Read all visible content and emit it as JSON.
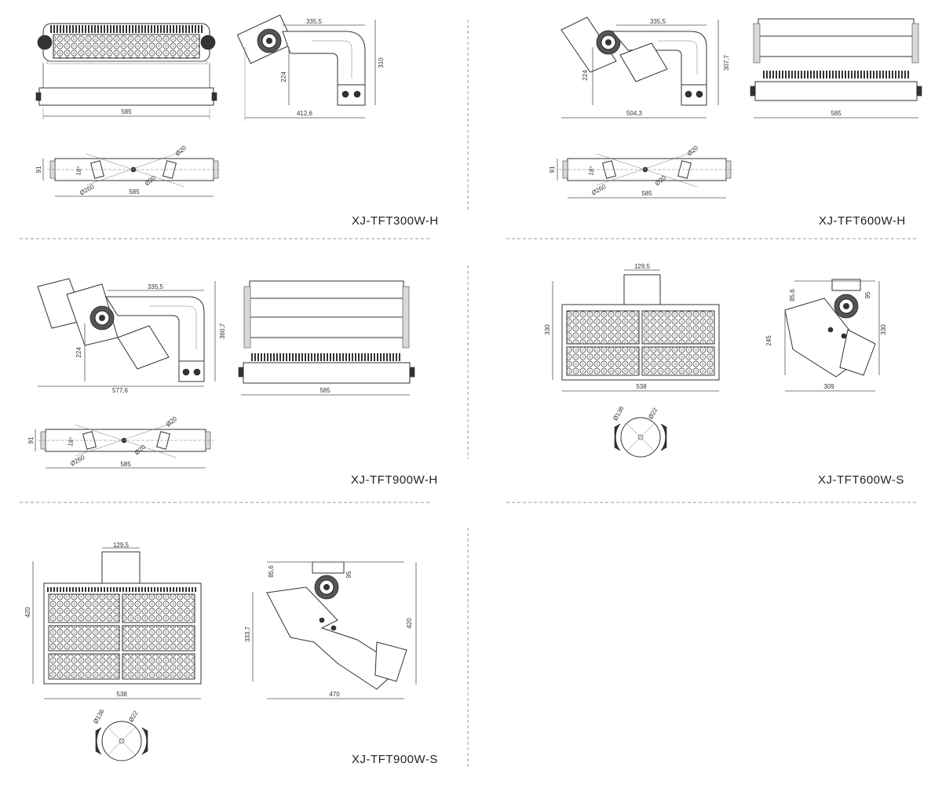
{
  "models": [
    {
      "name": "XJ-TFT300W-H",
      "dims": {
        "front_width": "585",
        "side_arm": "335,5",
        "side_h1": "224",
        "side_h2": "310",
        "side_width": "412,6",
        "plan_depth": "91",
        "plan_width": "585",
        "plan_angle": "18°",
        "plan_d1": "Ø20",
        "plan_d2": "Ø20",
        "plan_d3": "Ø260"
      }
    },
    {
      "name": "XJ-TFT600W-H",
      "dims": {
        "side_arm": "335,5",
        "side_h1": "224",
        "side_h2": "307,7",
        "side_width": "504,3",
        "front_width": "585",
        "plan_depth": "91",
        "plan_width": "585",
        "plan_angle": "18°",
        "plan_d1": "Ø20",
        "plan_d2": "Ø20",
        "plan_d3": "Ø260"
      }
    },
    {
      "name": "XJ-TFT900W-H",
      "dims": {
        "side_arm": "335,5",
        "side_h1": "224",
        "side_h2": "360,7",
        "side_width": "577,6",
        "front_width": "585",
        "plan_depth": "91",
        "plan_width": "585",
        "plan_angle": "18°",
        "plan_d1": "Ø20",
        "plan_d2": "Ø20",
        "plan_d3": "Ø260"
      }
    },
    {
      "name": "XJ-TFT600W-S",
      "dims": {
        "bracket": "129,5",
        "front_height": "330",
        "front_width": "538",
        "side_top": "85,6",
        "side_95": "95",
        "side_h1": "245",
        "side_h2": "330",
        "side_width": "309",
        "circle_d1": "Ø136",
        "circle_d2": "Ø22"
      }
    },
    {
      "name": "XJ-TFT900W-S",
      "dims": {
        "bracket": "129,5",
        "front_height": "420",
        "front_width": "538",
        "side_top": "85,6",
        "side_95": "95",
        "side_h1": "333,7",
        "side_h2": "420",
        "side_width": "470",
        "circle_d1": "Ø136",
        "circle_d2": "Ø22"
      }
    }
  ]
}
